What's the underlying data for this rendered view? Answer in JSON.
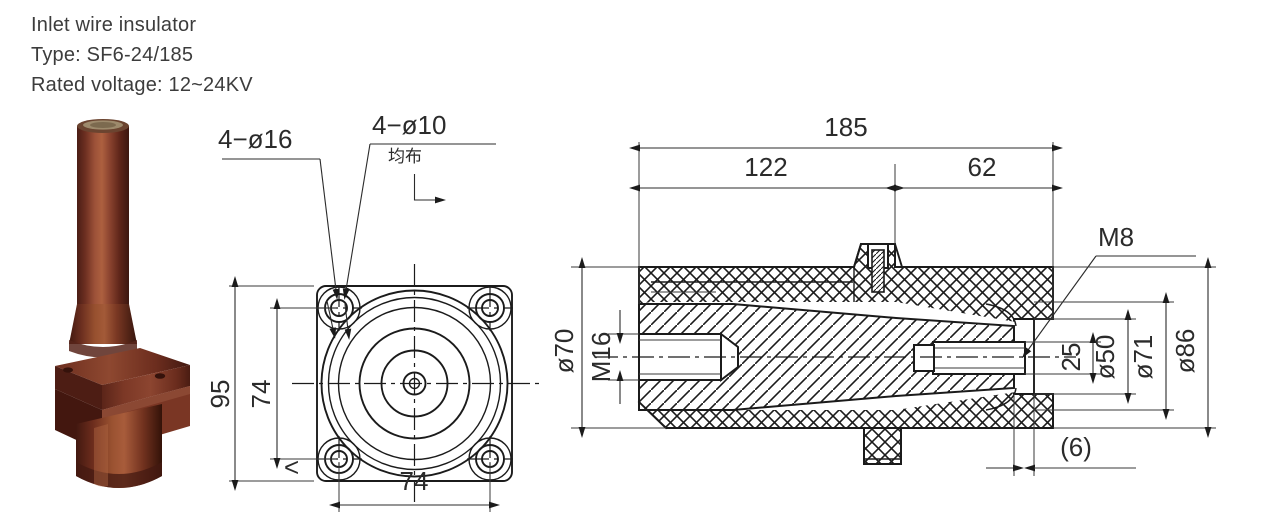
{
  "header": {
    "line1": "Inlet wire insulator",
    "line2": "Type: SF6-24/185",
    "line3": "Rated voltage: 12~24KV"
  },
  "photo": {
    "alt": "brown epoxy inlet wire insulator with square mounting flange",
    "body_color": "#7a3524",
    "dark_color": "#4e2018",
    "highlight_color": "#a3563a",
    "brass_color": "#c9a15a"
  },
  "front_view": {
    "callout_holes_large": "4−ø16",
    "callout_holes_small": "4−ø10",
    "callout_note": "均布",
    "dim_outer_height": "95",
    "dim_bolt_vertical": "74",
    "dim_bolt_horizontal": "74",
    "section_marker": "<"
  },
  "section_view": {
    "dim_total_length": "185",
    "dim_body_length": "122",
    "dim_end_length": "62",
    "dim_flange_thickness": "(6)",
    "thread_left": "M16",
    "thread_top": "M8",
    "dim_flange_dia": "ø70",
    "dim_bore_depth": "25",
    "dim_d50": "ø50",
    "dim_d71": "ø71",
    "dim_d86": "ø86"
  },
  "colors": {
    "line": "#1b1b1b",
    "thin_line": "#3a3a3a",
    "text": "#2b2b2b"
  }
}
